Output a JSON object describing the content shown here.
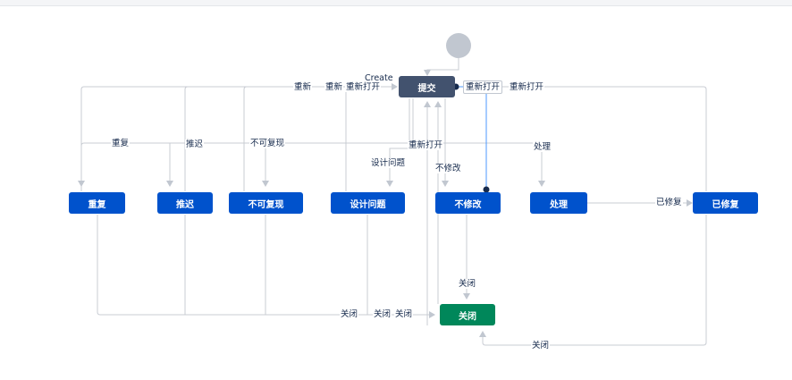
{
  "colors": {
    "status_blue": "#0052cc",
    "status_dark": "#42526e",
    "status_green": "#00875a",
    "initial_gray": "#c1c7d0",
    "line_gray": "#c1c7d0",
    "line_selected": "#4c9aff"
  },
  "statuses": {
    "submit": "提交",
    "duplicate": "重复",
    "postpone": "推迟",
    "cannot_reproduce": "不可复现",
    "design_issue": "设计问题",
    "wont_fix": "不修改",
    "process": "处理",
    "fixed": "已修复",
    "closed": "关闭"
  },
  "transitions": {
    "create": "Create",
    "reopen_1": "重新",
    "reopen_2": "重新",
    "reopen_3": "重新打开",
    "reopen_selected": "重新打开",
    "reopen_right": "重新打开",
    "reopen_mid": "重新打开",
    "duplicate": "重复",
    "postpone": "推迟",
    "cannot_reproduce": "不可复现",
    "design_issue": "设计问题",
    "wont_fix": "不修改",
    "process": "处理",
    "fixed": "已修复",
    "close_from_wontfix": "关闭",
    "close_bottom_1": "关闭",
    "close_bottom_2": "关闭",
    "close_bottom_3": "关闭",
    "close_from_fixed": "关闭"
  }
}
